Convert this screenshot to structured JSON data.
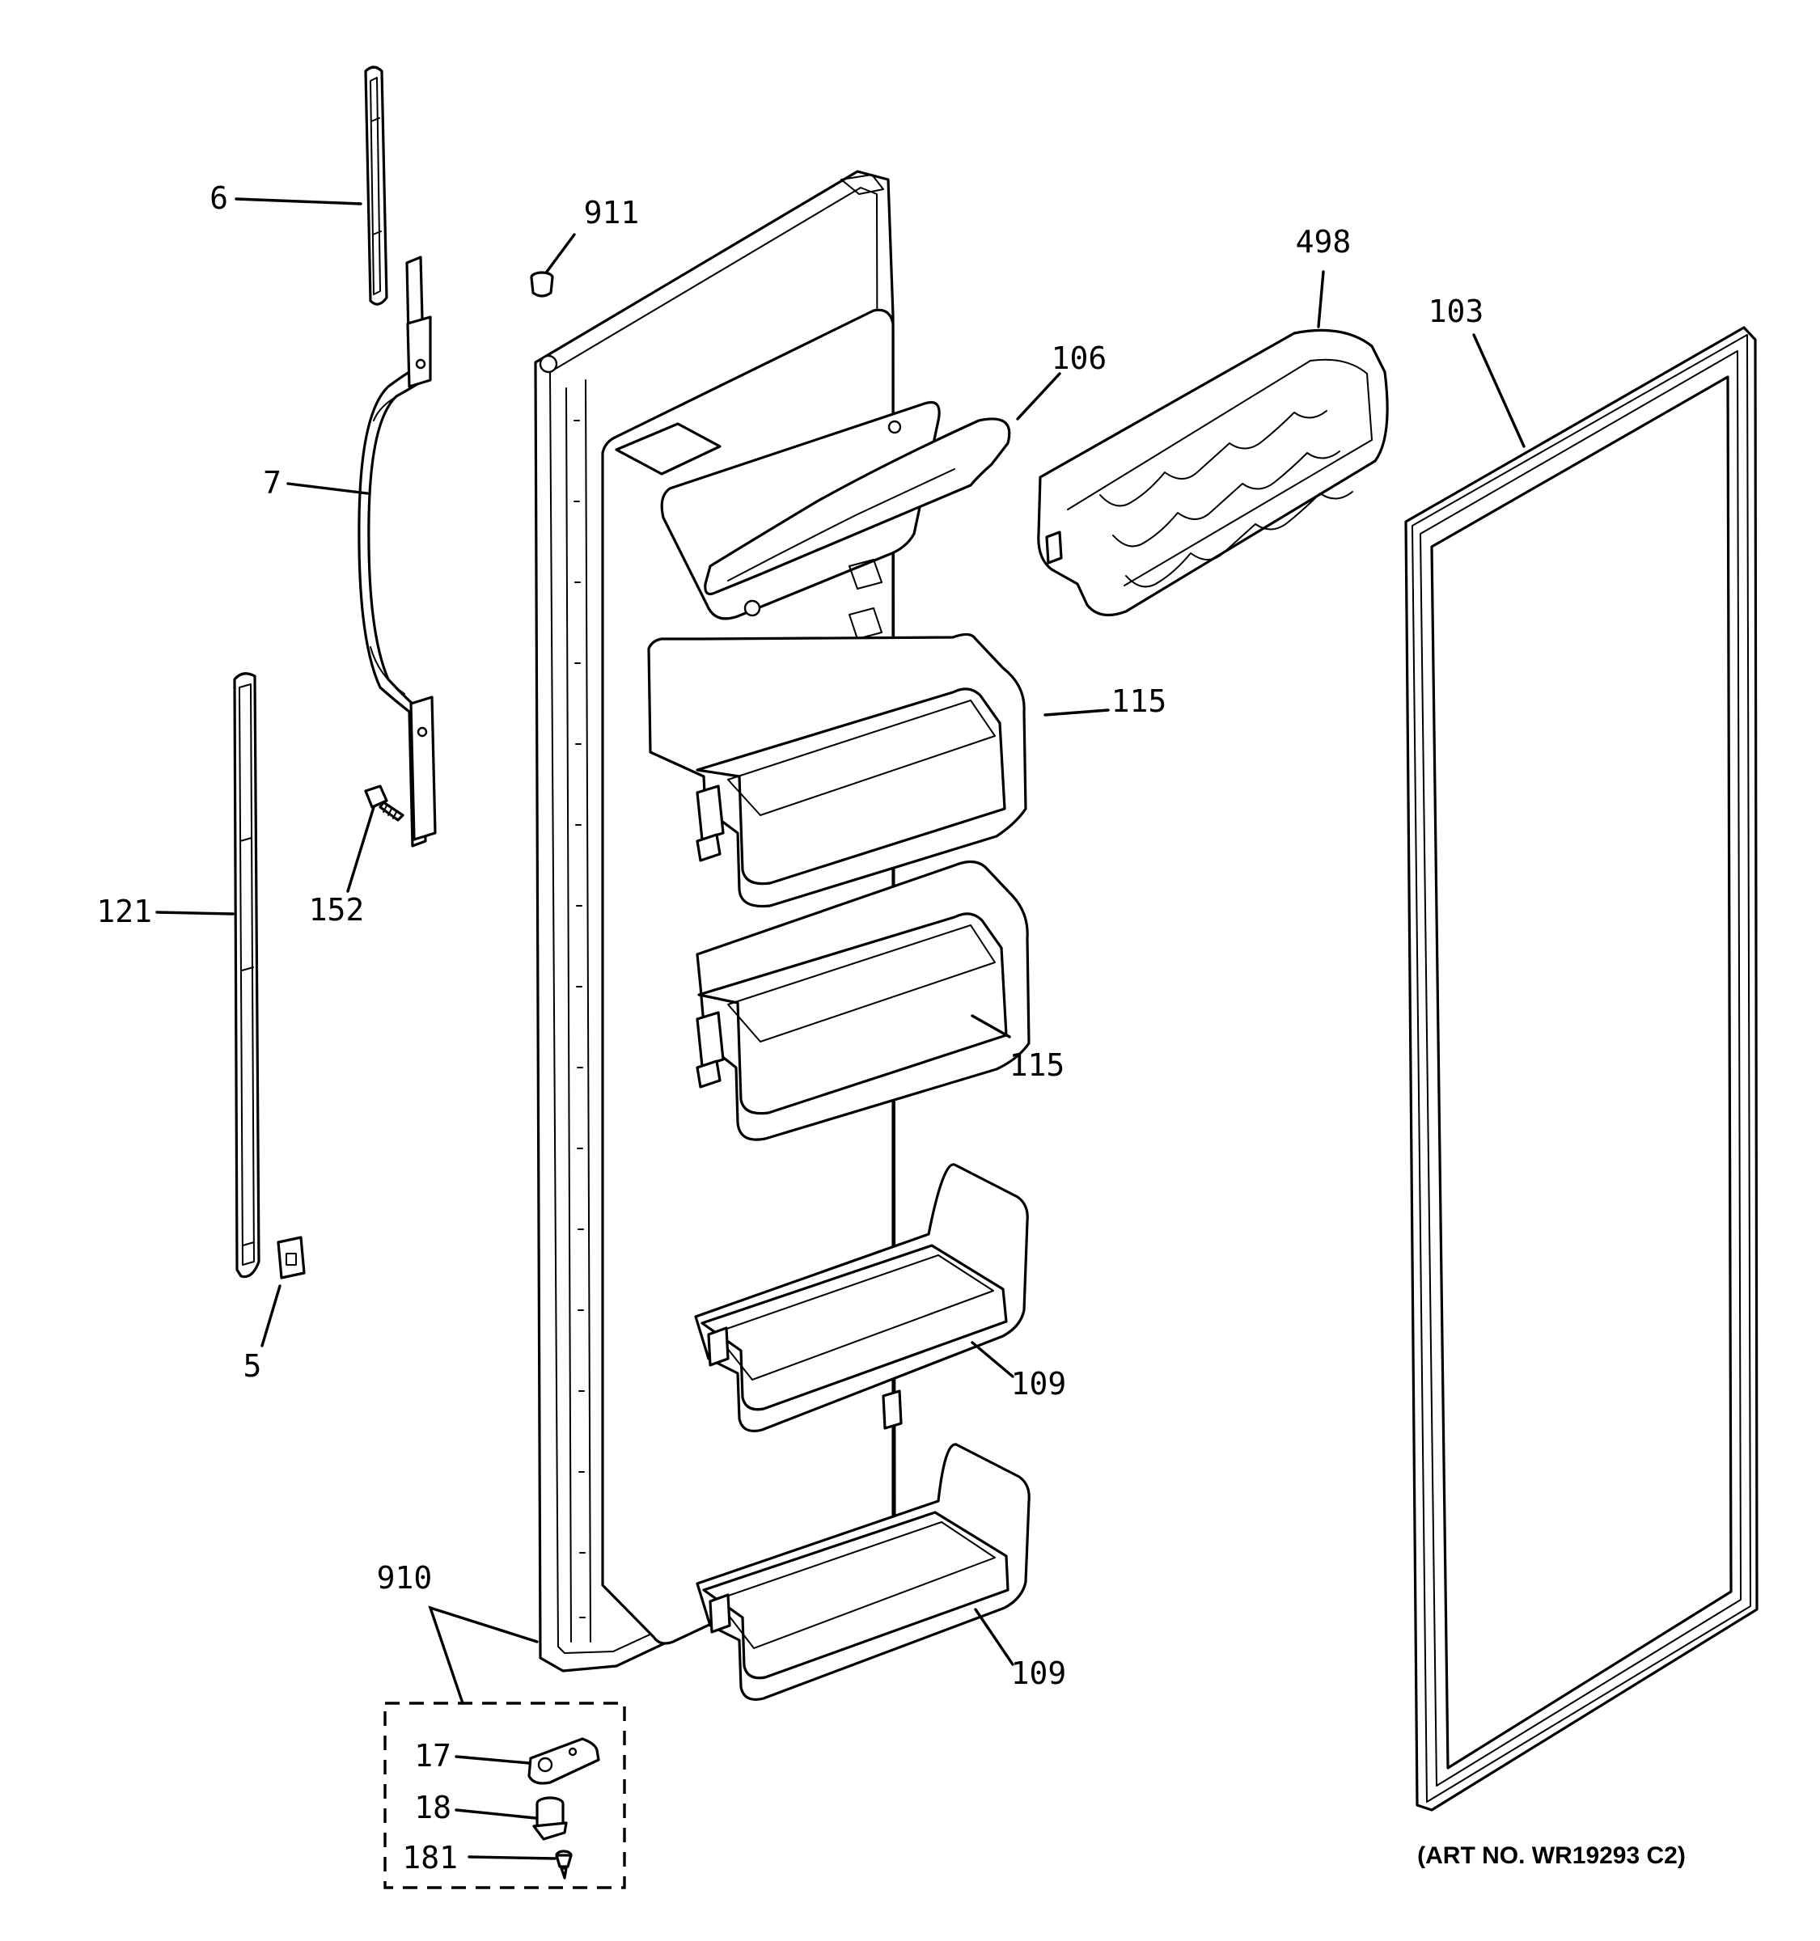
{
  "diagram": {
    "art_number": "(ART NO. WR19293 C2)",
    "callouts": [
      {
        "id": "6",
        "label": "6"
      },
      {
        "id": "7",
        "label": "7"
      },
      {
        "id": "121",
        "label": "121"
      },
      {
        "id": "152",
        "label": "152"
      },
      {
        "id": "5",
        "label": "5"
      },
      {
        "id": "911",
        "label": "911"
      },
      {
        "id": "106",
        "label": "106"
      },
      {
        "id": "498",
        "label": "498"
      },
      {
        "id": "103",
        "label": "103"
      },
      {
        "id": "115a",
        "label": "115"
      },
      {
        "id": "115b",
        "label": "115"
      },
      {
        "id": "109a",
        "label": "109"
      },
      {
        "id": "109b",
        "label": "109"
      },
      {
        "id": "910",
        "label": "910"
      },
      {
        "id": "17",
        "label": "17"
      },
      {
        "id": "18",
        "label": "18"
      },
      {
        "id": "181",
        "label": "181"
      }
    ]
  }
}
